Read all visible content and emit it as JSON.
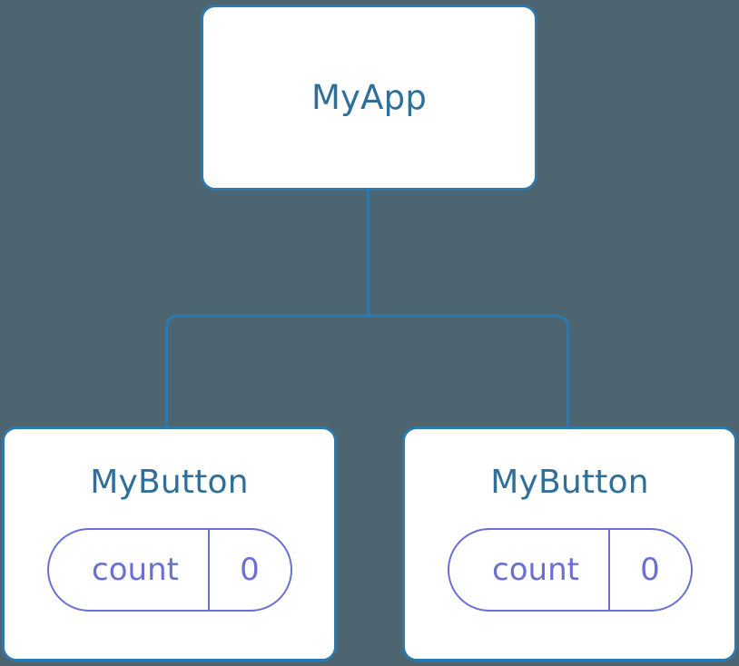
{
  "canvas": {
    "background_color": "#4c6570",
    "edge_color": "#2e78ab",
    "node_border_color": "#2e78ab",
    "node_fill_color": "#ffffff",
    "title_color": "#2f6f9b",
    "pill_color": "#6b6fd4"
  },
  "diagram": {
    "type": "component-tree",
    "root": {
      "label": "MyApp"
    },
    "children": [
      {
        "label": "MyButton",
        "state": {
          "key": "count",
          "value": "0"
        }
      },
      {
        "label": "MyButton",
        "state": {
          "key": "count",
          "value": "0"
        }
      }
    ]
  }
}
